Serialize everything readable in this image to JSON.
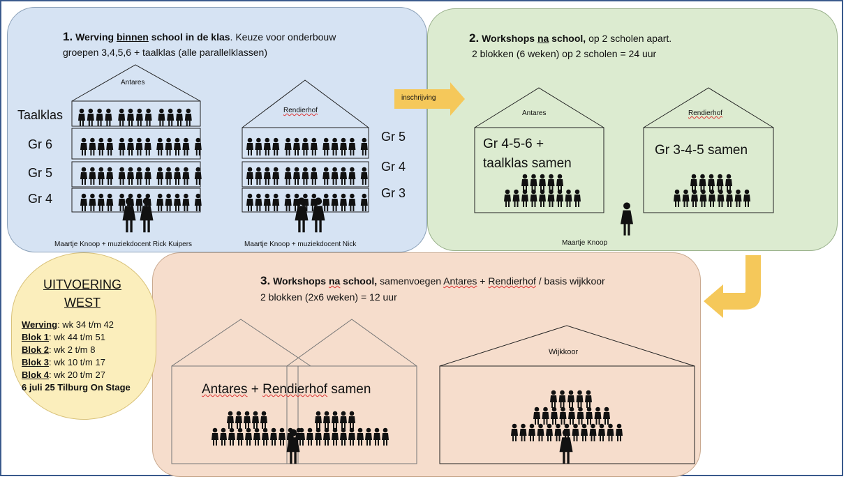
{
  "panel1": {
    "num": "1.",
    "title_u": "Werving",
    "title_u2": "binnen",
    "title_rest": " school in de klas",
    "title_tail": ". Keuze voor onderbouw",
    "line2": "groepen 3,4,5,6 + taalklas (alle parallelklassen)",
    "house_a": "Antares",
    "house_b": "Rendierhof",
    "rows_a": [
      "Taalklas",
      "Gr 6",
      "Gr 5",
      "Gr 4"
    ],
    "rows_b": [
      "Gr 5",
      "Gr 4",
      "Gr 3"
    ],
    "caption_a": "Maartje Knoop + muziekdocent Rick Kuipers",
    "caption_b": "Maartje Knoop + muziekdocent Nick"
  },
  "arrow1": "inschrijving",
  "panel2": {
    "num": "2.",
    "title_a": "Workshops ",
    "title_u": "na",
    "title_b": " school,",
    "title_tail": " op 2 scholen apart.",
    "line2": "2 blokken (6 weken) op 2 scholen = 24 uur",
    "house_a": "Antares",
    "house_b": "Rendierhof",
    "text_a1": "Gr 4-5-6 +",
    "text_a2": "taalklas samen",
    "text_b": "Gr 3-4-5 samen",
    "caption": "Maartje Knoop"
  },
  "panel3": {
    "num": "3.",
    "title_a": "Workshops ",
    "title_u": "na",
    "title_b": " school,",
    "title_tail1": " samenvoegen ",
    "title_sq1": "Antares",
    "title_mid": " + ",
    "title_sq2": "Rendierhof",
    "title_tail2": " / basis wijkkoor",
    "line2": "2 blokken (2x6 weken) = 12 uur",
    "combined1": "Antares",
    "combined2": " + ",
    "combined3": "Rendierhof",
    "combined4": " samen",
    "house_c": "Wijkkoor"
  },
  "panel4": {
    "title1": "UITVOERING",
    "title2": "WEST",
    "items": [
      {
        "label": "Werving",
        "text": ": wk 34 t/m 42"
      },
      {
        "label": "Blok 1",
        "text": ": wk 44 t/m 51"
      },
      {
        "label": "Blok 2",
        "text": ": wk 2 t/m 8"
      },
      {
        "label": "Blok 3",
        "text": ": wk 10 t/m 17"
      },
      {
        "label": "Blok 4",
        "text": ": wk 20 t/m 27"
      }
    ],
    "final": "6 juli 25 Tilburg On Stage"
  },
  "colors": {
    "blue": "#d6e3f3",
    "green": "#dcebd0",
    "peach": "#f6ddcc",
    "yellow": "#fbeebc",
    "arrow": "#f5c85a"
  }
}
